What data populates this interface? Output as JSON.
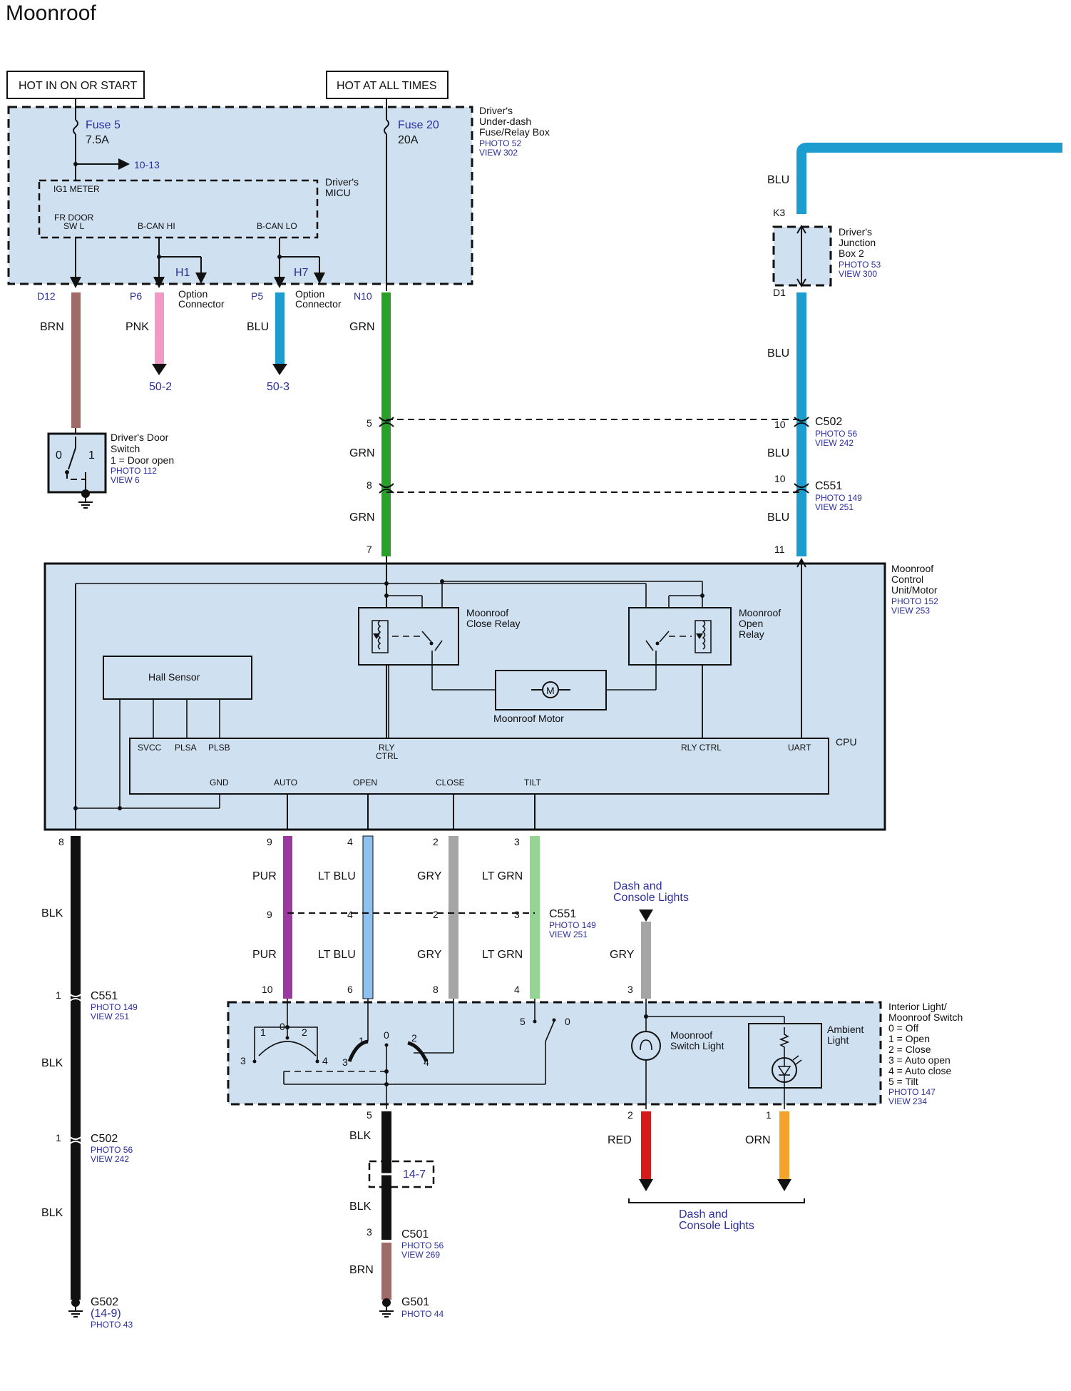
{
  "title": "Moonroof",
  "power": {
    "hot_in_on": "HOT IN ON OR START",
    "hot_always": "HOT AT ALL TIMES"
  },
  "fusebox": {
    "name_lines": [
      "Driver's",
      "Under-dash",
      "Fuse/Relay Box"
    ],
    "photo": "PHOTO 52",
    "view": "VIEW 302",
    "fuse5": "Fuse 5",
    "fuse5_amp": "7.5A",
    "fuse20": "Fuse 20",
    "fuse20_amp": "20A",
    "ref_10_13": "10-13"
  },
  "micu": {
    "name_lines": [
      "Driver's",
      "MICU"
    ],
    "ig1": "IG1 METER",
    "frdoor_lines": [
      "FR DOOR",
      "SW L"
    ],
    "bcan_hi": "B-CAN HI",
    "bcan_lo": "B-CAN LO",
    "h1": "H1",
    "h7": "H7"
  },
  "upper_pins": {
    "d12": "D12",
    "p6": "P6",
    "p5": "P5",
    "n10": "N10",
    "option_connector_lines": [
      "Option",
      "Connector"
    ],
    "ref_50_2": "50-2",
    "ref_50_3": "50-3"
  },
  "wire_colors": {
    "brn": "BRN",
    "pnk": "PNK",
    "blu": "BLU",
    "grn": "GRN",
    "blk": "BLK",
    "pur": "PUR",
    "lt_blu": "LT BLU",
    "gry": "GRY",
    "lt_grn": "LT GRN",
    "red": "RED",
    "orn": "ORN"
  },
  "door_switch": {
    "name_lines": [
      "Driver's Door",
      "Switch",
      "1 = Door open"
    ],
    "photo": "PHOTO 112",
    "view": "VIEW 6",
    "pos0": "0",
    "pos1": "1"
  },
  "junction_box": {
    "name_lines": [
      "Driver's",
      "Junction",
      "Box 2"
    ],
    "photo": "PHOTO 53",
    "view": "VIEW 300",
    "k3": "K3",
    "d1": "D1"
  },
  "connectors": {
    "c502": {
      "name": "C502",
      "photo": "PHOTO 56",
      "view": "VIEW 242"
    },
    "c551": {
      "name": "C551",
      "photo": "PHOTO 149",
      "view": "VIEW 251"
    },
    "c501": {
      "name": "C501",
      "photo": "PHOTO 56",
      "view": "VIEW 269"
    }
  },
  "pins": {
    "grn_5": "5",
    "grn_8": "8",
    "grn_7": "7",
    "blu_10a": "10",
    "blu_10b": "10",
    "blu_11": "11",
    "left_8": "8",
    "left_1a": "1",
    "left_1b": "1",
    "pur_9a": "9",
    "pur_9b": "9",
    "pur_10": "10",
    "ltblu_4a": "4",
    "ltblu_4b": "4",
    "ltblu_6": "6",
    "gry_2a": "2",
    "gry_2b": "2",
    "gry_8": "8",
    "ltgrn_3a": "3",
    "ltgrn_3b": "3",
    "ltgrn_4": "4",
    "dash_3": "3",
    "blk_5": "5",
    "c501_3": "3",
    "red_2": "2",
    "orn_1": "1"
  },
  "control_unit": {
    "name_lines": [
      "Moonroof",
      "Control",
      "Unit/Motor"
    ],
    "photo": "PHOTO 152",
    "view": "VIEW 253",
    "close_relay_lines": [
      "Moonroof",
      "Close Relay"
    ],
    "open_relay_lines": [
      "Moonroof",
      "Open",
      "Relay"
    ],
    "motor": "Moonroof Motor",
    "motor_symbol": "M",
    "hall": "Hall Sensor",
    "cpu": "CPU",
    "svcc": "SVCC",
    "plsa": "PLSA",
    "plsb": "PLSB",
    "rly_ctrl_lines": [
      "RLY",
      "CTRL"
    ],
    "rly_ctrl2": "RLY CTRL",
    "uart": "UART",
    "gnd": "GND",
    "auto": "AUTO",
    "open": "OPEN",
    "close": "CLOSE",
    "tilt": "TILT"
  },
  "dash_lights_lines": [
    "Dash and",
    "Console Lights"
  ],
  "interior_switch": {
    "name_lines": [
      "Interior Light/",
      "Moonroof Switch",
      "0 = Off",
      "1 = Open",
      "2 = Close",
      "3 = Auto open",
      "4 = Auto close",
      "5 = Tilt"
    ],
    "photo": "PHOTO 147",
    "view": "VIEW 234",
    "switch_light_lines": [
      "Moonroof",
      "Switch Light"
    ],
    "ambient_lines": [
      "Ambient",
      "Light"
    ],
    "sw_a": [
      "1",
      "0",
      "2",
      "3",
      "4"
    ],
    "sw_b": [
      "1",
      "0",
      "2",
      "3",
      "4"
    ],
    "sw_c": [
      "5",
      "0"
    ]
  },
  "ref_14_7": "14-7",
  "grounds": {
    "g502": {
      "name": "G502",
      "ref": "(14-9)",
      "photo": "PHOTO 43"
    },
    "g501": {
      "name": "G501",
      "photo": "PHOTO 44"
    }
  },
  "colors": {
    "brn": "#9e6b69",
    "pnk": "#f29ac6",
    "blu": "#1c9ccf",
    "grn": "#2aa02a",
    "blk": "#111111",
    "pur": "#9a3aa0",
    "lt_blu": "#8ec0f0",
    "gry": "#a5a5a5",
    "lt_grn": "#94d494",
    "red": "#d61b1b",
    "orn": "#f3a22a",
    "panel": "#cfe0f1"
  }
}
